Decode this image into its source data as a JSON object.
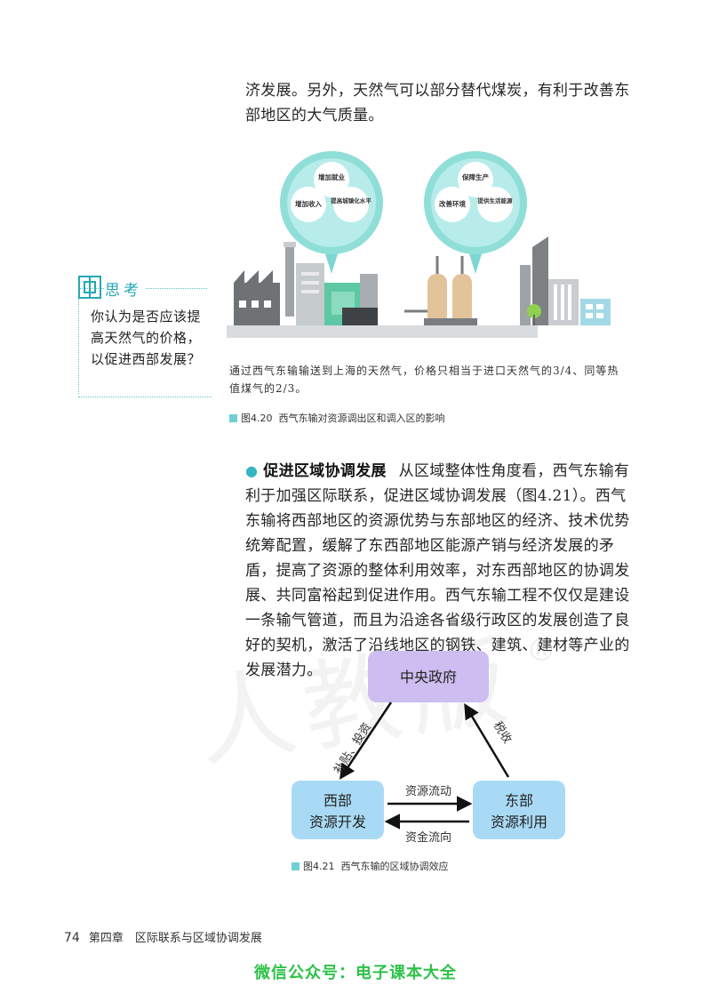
{
  "top_paragraph": "济发展。另外，天然气可以部分替代煤炭，有利于改善东部地区的大气质量。",
  "figure_4_20": {
    "left_bubble": [
      "增加就业",
      "增加收入",
      "提高城镇化水平"
    ],
    "right_bubble": [
      "保障生产",
      "改善环境",
      "提供生活能源"
    ],
    "note": "通过西气东输输送到上海的天然气，价格只相当于进口天然气的3/4、同等热值煤气的2/3。",
    "caption_num": "图4.20",
    "caption_text": "西气东输对资源调出区和调入区的影响"
  },
  "think_box": {
    "title": "思考",
    "text": "你认为是否应该提高天然气的价格，以促进西部发展？"
  },
  "main_paragraph": {
    "heading": "促进区域协调发展",
    "body": "从区域整体性角度看，西气东输有利于加强区际联系，促进区域协调发展（图4.21）。西气东输将西部地区的资源优势与东部地区的经济、技术优势统筹配置，缓解了东西部地区能源产销与经济发展的矛盾，提高了资源的整体利用效率，对东西部地区的协调发展、共同富裕起到促进作用。西气东输工程不仅仅是建设一条输气管道，而且为沿途各省级行政区的发展创造了良好的契机，激活了沿线地区的钢铁、建筑、建材等产业的发展潜力。"
  },
  "figure_4_21": {
    "top_box": "中央政府",
    "left_box": [
      "西部",
      "资源开发"
    ],
    "right_box": [
      "东部",
      "资源利用"
    ],
    "left_arrow_label": "补贴、投资",
    "right_arrow_label": "税收",
    "top_flow_label": "资源流动",
    "bottom_flow_label": "资金流向",
    "caption_num": "图4.21",
    "caption_text": "西气东输的区域协调效应"
  },
  "watermark": {
    "text": "人教版",
    "reg": "®"
  },
  "footer": {
    "page": "74",
    "chapter": "第四章　区际联系与区域协调发展"
  },
  "wechat": "微信公众号：电子课本大全"
}
